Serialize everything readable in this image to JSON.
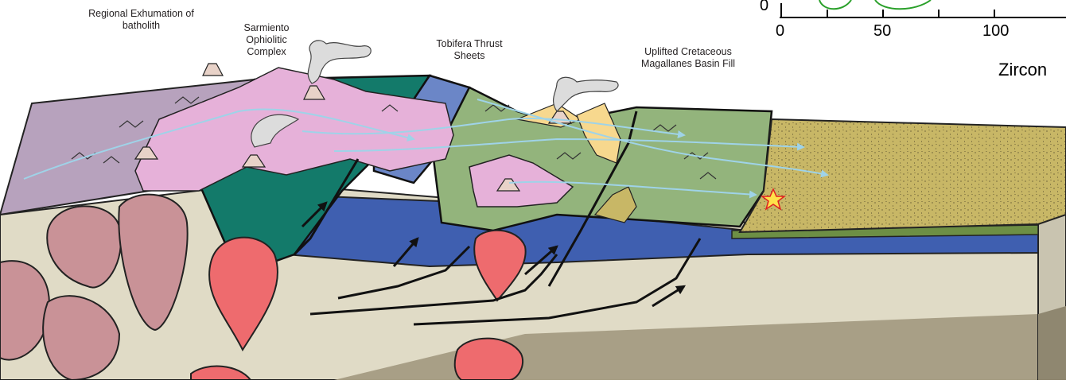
{
  "labels": {
    "batholith_line1": "Regional Exhumation of",
    "batholith_line2": "batholith",
    "sarmiento_line1": "Sarmiento",
    "sarmiento_line2": "Ophiolitic",
    "sarmiento_line3": "Complex",
    "tobifera_line1": "Tobifera Thrust",
    "tobifera_line2": "Sheets",
    "magallanes_line1": "Uplifted Cretaceous",
    "magallanes_line2": "Magallanes Basin Fill"
  },
  "inset_axis": {
    "y_tick_0": "0",
    "x_ticks": [
      "0",
      "50",
      "100"
    ],
    "x_label_partial": "Zircon"
  },
  "colors": {
    "batholith_purple": "#b7a2bd",
    "ophiolite_green": "#137a6a",
    "tobifera_blue": "#6b86c7",
    "deep_blue": "#3f5fb0",
    "thrust_green": "#93b47c",
    "basin_tan": "#c8b766",
    "volcanic_pink": "#e6b1d9",
    "pluton_red": "#ee6b6e",
    "old_pluton": "#c99297",
    "basement": "#e0dbc6",
    "flow_arrow": "#9fd3e8",
    "star": "#ffe14a"
  }
}
